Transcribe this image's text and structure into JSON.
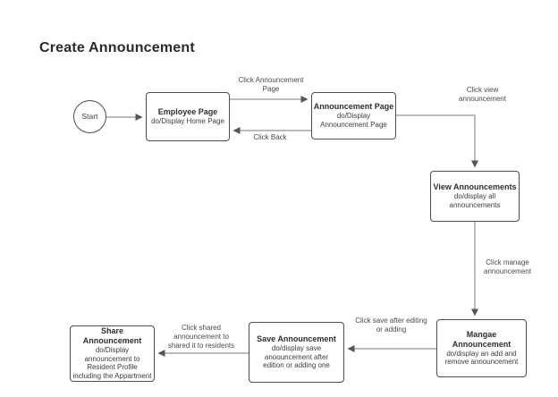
{
  "title": "Create Announcement",
  "colors": {
    "node_border": "#4e4e4e",
    "connector": "#777777",
    "arrowhead": "#555555",
    "text": "#333333",
    "background": "#ffffff"
  },
  "nodes": {
    "start": {
      "label": "Start"
    },
    "employee_page": {
      "title": "Employee Page",
      "subtitle": "do/Display Home Page"
    },
    "announcement_page": {
      "title": "Announcement Page",
      "subtitle": "do/Display\nAnnouncement Page"
    },
    "view_announcements": {
      "title": "View Announcements",
      "subtitle": "do/display all\nannouncements"
    },
    "manage_announcement": {
      "title": "Mangae\nAnnouncement",
      "subtitle": "do/display an add and\nremove announcement"
    },
    "save_announcement": {
      "title": "Save Announcement",
      "subtitle": "do/display save\nanoouncement after\nedition or adding one"
    },
    "share_announcement": {
      "title": "Share\nAnnouncement",
      "subtitle": "do/Display\nannouncement to\nResident Profile\nincluding the Appartment"
    }
  },
  "edges": {
    "click_announcement_page": "Click Announcement\nPage",
    "click_back": "Click Back",
    "click_view_announcement": "Click view\nannouncement",
    "click_manage_announcement": "Click manage\nannouncement",
    "click_save": "Click save after editing\nor adding",
    "click_shared": "Click shared\nannouncement to\nshared it to residents"
  }
}
